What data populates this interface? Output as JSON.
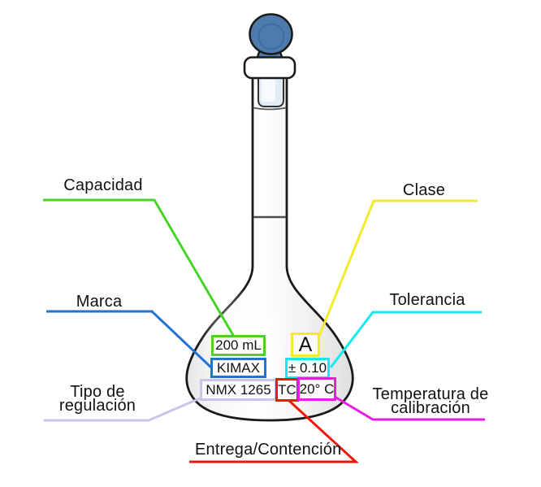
{
  "labels": {
    "capacidad": {
      "text": "Capacidad",
      "color": "#46d426"
    },
    "clase": {
      "text": "Clase",
      "color": "#f4ea2d"
    },
    "marca": {
      "text": "Marca",
      "color": "#2173d6"
    },
    "tolerancia": {
      "text": "Tolerancia",
      "color": "#14e9f2"
    },
    "tipo_regulacion": {
      "text": "Tipo de regulación",
      "color": "#c8c5ea"
    },
    "temperatura_calibracion": {
      "text": "Temperatura de calibración",
      "color": "#e91de2"
    },
    "entrega_contencion": {
      "text": "Entrega/Contención",
      "color": "#f2170d"
    }
  },
  "markings": {
    "capacity": {
      "text": "200 mL",
      "box_color": "#46d426"
    },
    "class": {
      "text": "A",
      "box_color": "#f4ea2d"
    },
    "brand": {
      "text": "KIMAX",
      "box_color": "#2173d6"
    },
    "tolerance": {
      "text": "± 0.10",
      "box_color": "#14e9f2"
    },
    "regulation": {
      "text": "NMX 1265",
      "box_color": "#c8c5ea"
    },
    "delivery": {
      "text": "TC",
      "box_color": "#f2170d"
    },
    "temperature": {
      "text": "20° C",
      "box_color": "#e91de2"
    }
  },
  "flask": {
    "stopper_color": "#4d7cac",
    "stopper_ring_color": "#3c6b9d",
    "joint_color": "#e2ecf6",
    "outline_color": "#1a1a1a"
  }
}
